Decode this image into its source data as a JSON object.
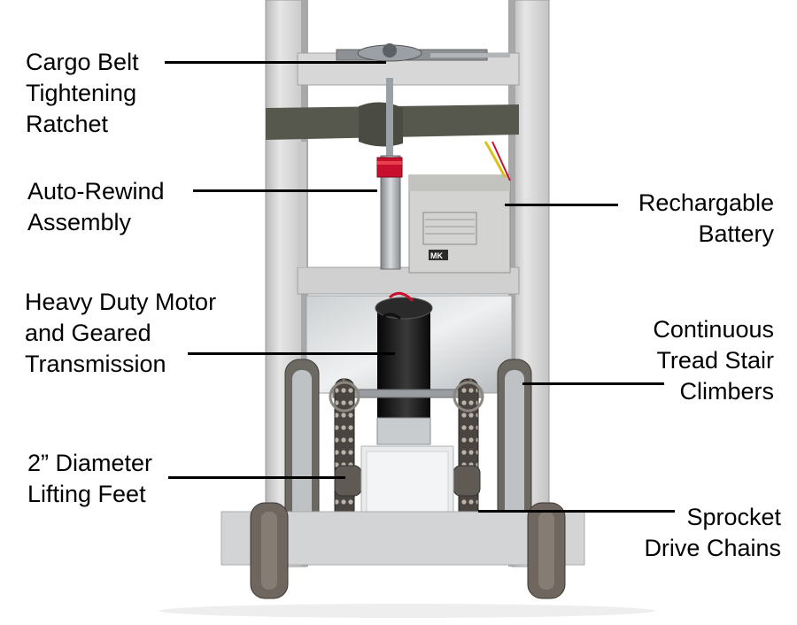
{
  "labels": {
    "ratchet": [
      "Cargo Belt",
      "Tightening",
      "Ratchet"
    ],
    "rewind": [
      "Auto-Rewind",
      "Assembly"
    ],
    "motor": [
      "Heavy Duty Motor",
      "and Geared",
      "Transmission"
    ],
    "feet": [
      "2” Diameter",
      "Lifting Feet"
    ],
    "battery": [
      "Rechargable",
      "Battery"
    ],
    "tread": [
      "Continuous",
      "Tread Stair",
      "Climbers"
    ],
    "sprocket": [
      "Sprocket",
      "Drive Chains"
    ]
  },
  "battery_badge": "MK",
  "colors": {
    "frame": "#cfcfcf",
    "frame_shadow": "#a9a9a9",
    "belt": "#56584e",
    "battery": "#d3d3d1",
    "motor": "#1b1b1b",
    "collar": "#c8102e",
    "tire": "#6e665f",
    "chain": "#3a3632"
  }
}
